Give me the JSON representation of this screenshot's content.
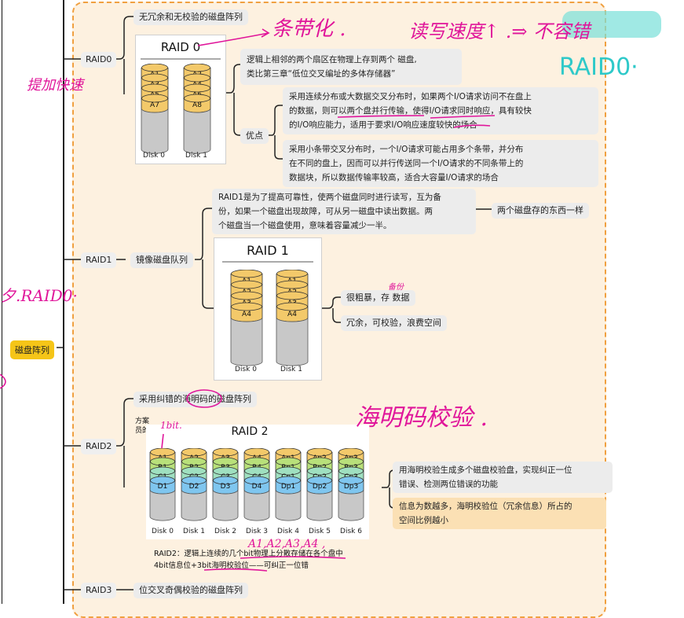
{
  "root": {
    "label": "磁盘阵列"
  },
  "raid0": {
    "label": "RAID0",
    "desc": "无冗余和无校验的磁盘阵列",
    "fig_title": "RAID 0",
    "disks": [
      "Disk 0",
      "Disk 1"
    ],
    "disk0_blocks": [
      "A1",
      "A3",
      "A5",
      "A7"
    ],
    "disk1_blocks": [
      "A2",
      "A4",
      "A6",
      "A8"
    ],
    "note": [
      "逻辑上相邻的两个扇区在物理上存到两个 磁盘,",
      "类比第三章“低位交叉编址的多体存储器”"
    ],
    "advantage_label": "优点",
    "adv1": [
      "采用连续分布或大数据交叉分布时，如果两个I/O请求访问不在盘上",
      "的数据，则可以两个盘并行传输，使得I/O请求同时响应，具有较快",
      "的I/O响应能力，适用于要求I/O响应速度较快的场合"
    ],
    "adv2": [
      "采用小条带交叉分布时，一个I/O请求可能占用多个条带，并分布",
      "在不同的盘上，因而可以并行传送同一个I/O请求的不同条带上的",
      "数据块，所以数据传输率较高，适合大容量I/O请求的场合"
    ]
  },
  "raid1": {
    "label": "RAID1",
    "desc": "镜像磁盘队列",
    "note": [
      "RAID1是为了提高可靠性，使两个磁盘同时进行读写，互为备",
      "份，如果一个磁盘出现故障，可从另一磁盘中读出数据。两",
      "个磁盘当一个磁盘使用，意味着容量减少一半。"
    ],
    "same": "两个磁盘存的东西一样",
    "fig_title": "RAID 1",
    "disks": [
      "Disk 0",
      "Disk 1"
    ],
    "blocks": [
      "A1",
      "A2",
      "A3",
      "A4"
    ],
    "point1": "很粗暴，存  数据",
    "point2": "冗余，可校验，浪费空间"
  },
  "raid2": {
    "label": "RAID2",
    "desc": "采用纠错的海明码的磁盘阵列",
    "fig_title": "RAID 2",
    "disks": [
      "Disk 0",
      "Disk 1",
      "Disk 2",
      "Disk 3",
      "Disk 4",
      "Disk 5",
      "Disk 6"
    ],
    "rows": [
      [
        "A1",
        "A2",
        "A3",
        "A4",
        "Ap1",
        "Ap2",
        "Ap3"
      ],
      [
        "B1",
        "B2",
        "B3",
        "B4",
        "Bp1",
        "Bp2",
        "Bp3"
      ],
      [
        "C1",
        "C2",
        "C3",
        "C4",
        "Cp1",
        "Cp2",
        "Cp3"
      ],
      [
        "D1",
        "D2",
        "D3",
        "D4",
        "Dp1",
        "Dp2",
        "Dp3"
      ]
    ],
    "side_text": [
      "方案",
      "员的"
    ],
    "caption1": "RAID2：逻辑上连续的几个bit物理上分散存储在各个盘中",
    "caption2": "4bit信息位+3bit海明校验位——可纠正一位错",
    "note1": [
      "用海明校验生成多个磁盘校验盘，实现纠正一位",
      "错误、检测两位错误的功能"
    ],
    "note2": [
      "信息为数越多，海明校验位（冗余信息）所占的",
      "空间比例越小"
    ]
  },
  "raid3": {
    "label": "RAID3",
    "desc": "位交叉奇偶校验的磁盘阵列"
  },
  "handwriting": {
    "stripe": "条带化 .",
    "speed": "读写速度↑ .⇒ 不容错",
    "raid0_teal": "RAID0·",
    "left_speed": "提加快速",
    "left_raid0": "夕.RAID0·",
    "backup": "备份",
    "hamming": "海明码校验 .",
    "onebit": "1bit.",
    "a_seq": "A1,A2,A3,A4 ,"
  },
  "colors": {
    "yellow": "#f3c96a",
    "green": "#b8e07a",
    "blue": "#7fc6ef",
    "gray": "#c8c8c8"
  }
}
